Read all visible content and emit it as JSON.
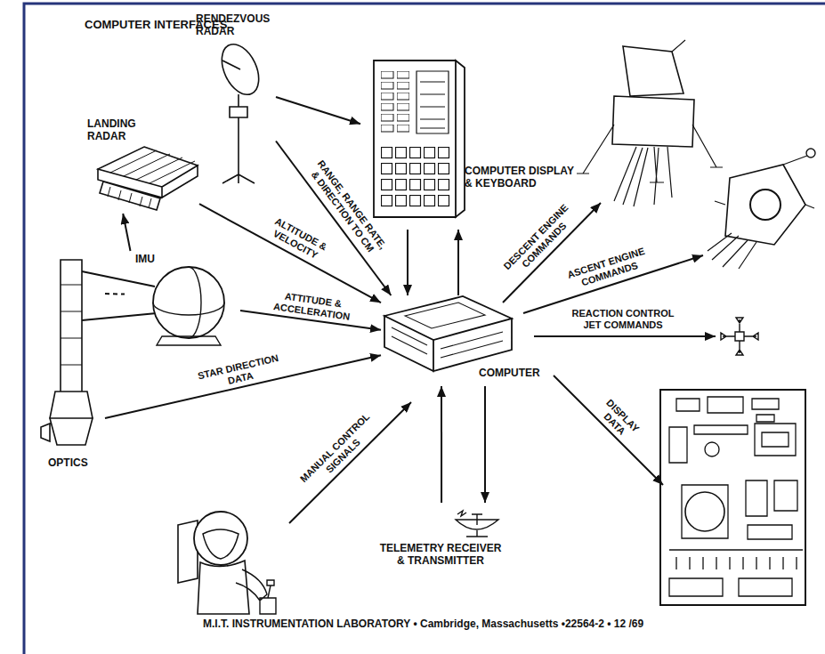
{
  "diagram": {
    "title": "COMPUTER INTERFACES",
    "caption": "M.I.T. INSTRUMENTATION LABORATORY • Cambridge, Massachusetts •22564-2 • 12 /69",
    "nodes": [
      {
        "text": [
          "LANDING RADAR"
        ]
      },
      {
        "text": [
          "RENDEZVOUS RADAR"
        ]
      },
      {
        "text": [
          "COMPUTER DISPLAY & KEYBOARD"
        ]
      },
      {
        "text": [
          "IMU"
        ]
      },
      {
        "text": [
          "OPTICS"
        ]
      },
      {
        "text": [
          "COMPUTER"
        ]
      },
      {
        "text": [
          "TELEMETRY RECEIVER & TRANSMITTER"
        ]
      }
    ],
    "edges": [
      {
        "from": 0,
        "to": 5,
        "arrow": "to",
        "label": "ALTITUDE & VELOCITY"
      },
      {
        "from": 1,
        "to": 5,
        "arrow": "to",
        "label": "RANGE, RANGE RATE, & DIRECTION TO CM"
      },
      {
        "from": 1,
        "to": 2,
        "arrow": "to"
      },
      {
        "from": 2,
        "to": 5,
        "arrow": "to"
      },
      {
        "from": 5,
        "to": 2,
        "arrow": "to"
      },
      {
        "from": 3,
        "to": 5,
        "arrow": "to",
        "label": "ATTITUDE & ACCELERATION"
      },
      {
        "from": 3,
        "to": 0,
        "arrow": "to"
      },
      {
        "from": 4,
        "to": 5,
        "arrow": "to",
        "label": "STAR DIRECTION DATA"
      },
      {
        "from": 4,
        "to": 3,
        "arrow": "none"
      },
      {
        "from": 6,
        "to": 5,
        "arrow": "to"
      },
      {
        "from": 5,
        "to": 6,
        "arrow": "to"
      }
    ],
    "labels": [
      "DESCENT ENGINE COMMANDS",
      "ASCENT ENGINE COMMANDS",
      "REACTION CONTROL JET COMMANDS",
      "DISPLAY DATA",
      "MANUAL CONTROL SIGNALS"
    ]
  }
}
